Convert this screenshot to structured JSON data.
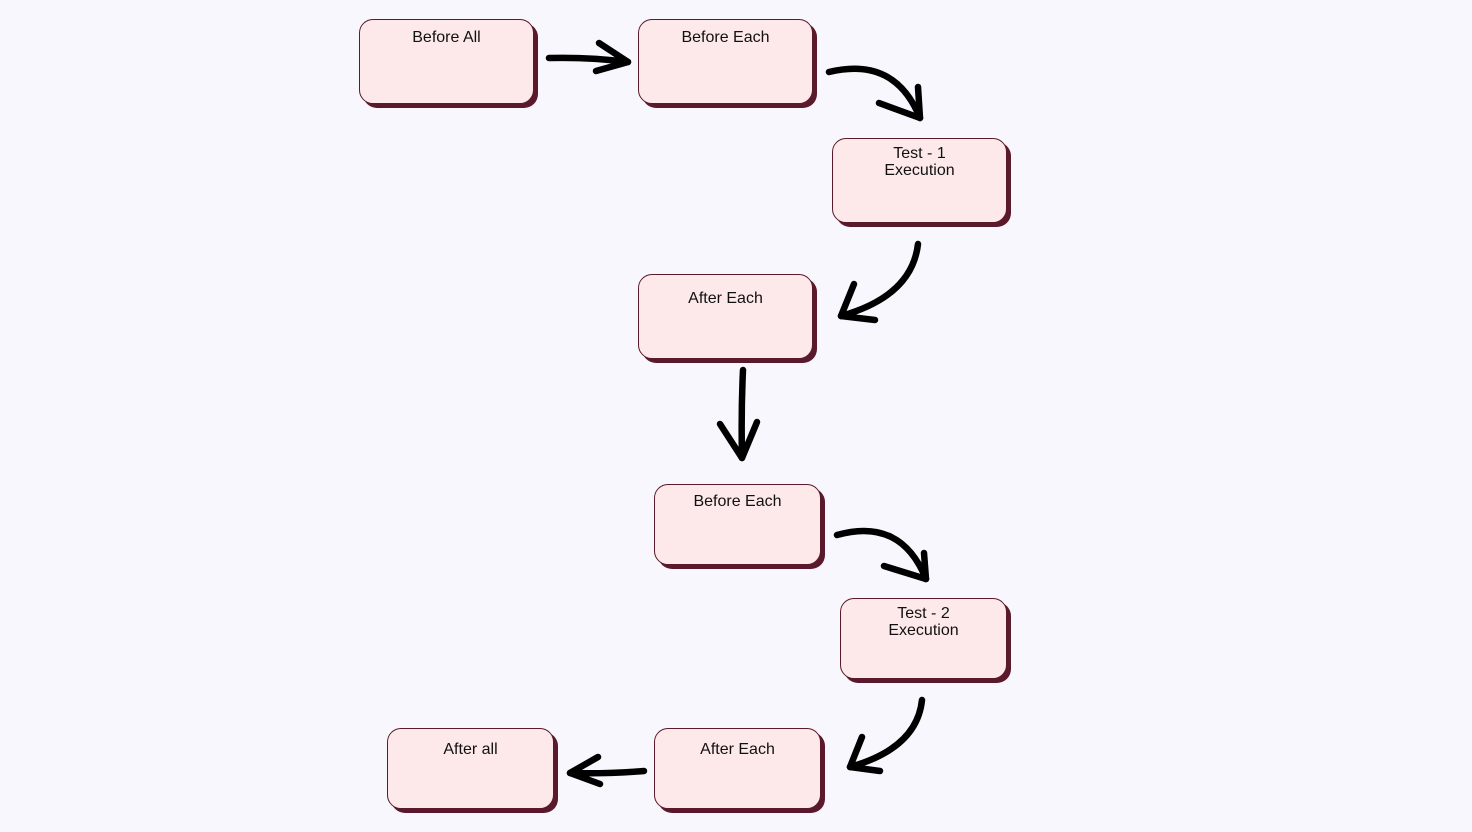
{
  "diagram": {
    "nodes": [
      {
        "id": "before-all",
        "label": "Before All"
      },
      {
        "id": "before-each-1",
        "label": "Before Each"
      },
      {
        "id": "test-1",
        "label": "Test - 1\nExecution"
      },
      {
        "id": "after-each-1",
        "label": "After Each"
      },
      {
        "id": "before-each-2",
        "label": "Before Each"
      },
      {
        "id": "test-2",
        "label": "Test - 2\nExecution"
      },
      {
        "id": "after-each-2",
        "label": "After Each"
      },
      {
        "id": "after-all",
        "label": "After all"
      }
    ],
    "edges": [
      {
        "from": "before-all",
        "to": "before-each-1"
      },
      {
        "from": "before-each-1",
        "to": "test-1"
      },
      {
        "from": "test-1",
        "to": "after-each-1"
      },
      {
        "from": "after-each-1",
        "to": "before-each-2"
      },
      {
        "from": "before-each-2",
        "to": "test-2"
      },
      {
        "from": "test-2",
        "to": "after-each-2"
      },
      {
        "from": "after-each-2",
        "to": "after-all"
      }
    ],
    "colors": {
      "background": "#f8f7fd",
      "node_fill": "#fde9ea",
      "node_border": "#5a1a2b",
      "arrow": "#000000"
    }
  }
}
